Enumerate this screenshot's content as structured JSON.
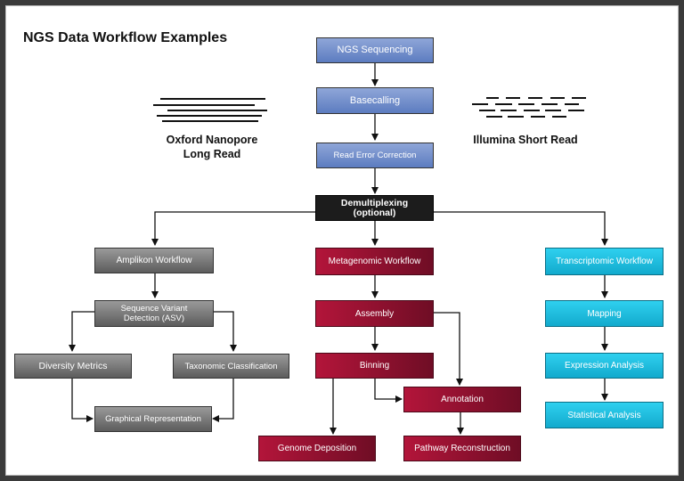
{
  "title": "NGS Data Workflow Examples",
  "left_label": "Oxford Nanopore\nLong Read",
  "right_label": "Illumina Short Read",
  "nodes": {
    "ngs": "NGS Sequencing",
    "basecalling": "Basecalling",
    "read_error": "Read Error Correction",
    "demux": "Demultiplexing\n(optional)",
    "amplicon": "Amplikon Workflow",
    "metagenomic": "Metagenomic Workflow",
    "transcriptomic": "Transcriptomic Workflow",
    "asv": "Sequence Variant\nDetection (ASV)",
    "diversity": "Diversity Metrics",
    "taxonomic": "Taxonomic Classification",
    "graphical": "Graphical Representation",
    "assembly": "Assembly",
    "binning": "Binning",
    "annotation": "Annotation",
    "genome_deposition": "Genome Deposition",
    "pathway": "Pathway Reconstruction",
    "mapping": "Mapping",
    "expression": "Expression Analysis",
    "statistical": "Statistical Analysis"
  },
  "colors": {
    "sequencing_steps": "#6f8cc9",
    "demultiplexing": "#1c1c1c",
    "amplicon": "#7a7a7a",
    "metagenomic": "#8f1030",
    "transcriptomic": "#1fbfe0"
  }
}
